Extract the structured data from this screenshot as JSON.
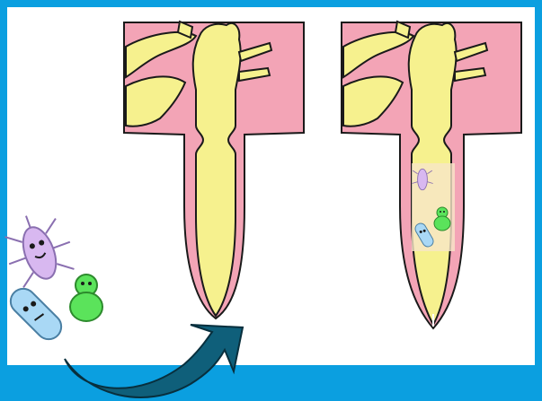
{
  "slide": {
    "background_color": "#0B9FE0",
    "panel_color": "#FFFFFF",
    "footer_band_color": "#0B9FE0"
  },
  "tooth_colors": {
    "gum": "#F3A4B6",
    "pulp": "#F6F18E",
    "outline": "#1A1A1A"
  },
  "arrow": {
    "color": "#0F5F7A",
    "outline": "#082F3D",
    "direction": "curved-upward-into-root-canal"
  },
  "diagrams": [
    {
      "id": "before",
      "description_icon": "tooth-cross-section",
      "contains_bacteria": false
    },
    {
      "id": "after",
      "description_icon": "tooth-cross-section",
      "contains_bacteria": true
    }
  ],
  "bacteria": [
    {
      "icon": "purple-spiky-germ-icon",
      "color": "#D8B8F0"
    },
    {
      "icon": "green-blob-germ-icon",
      "color": "#5BE35B"
    },
    {
      "icon": "blue-rod-germ-icon",
      "color": "#A9D8F5"
    }
  ]
}
